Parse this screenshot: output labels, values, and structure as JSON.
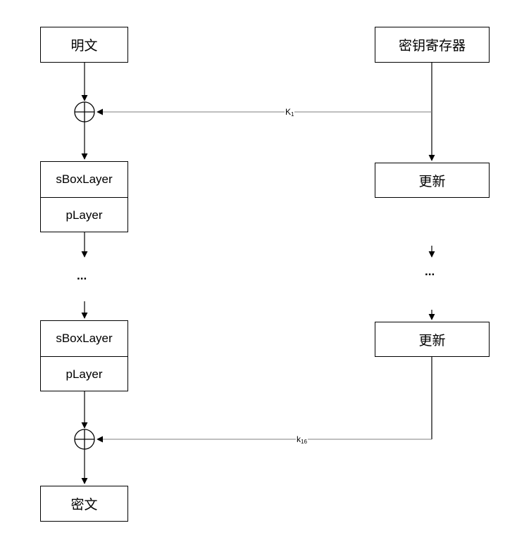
{
  "left_column": {
    "plaintext": "明文",
    "round1": {
      "sbox": "sBoxLayer",
      "player": "pLayer"
    },
    "ellipsis": "...",
    "round_last": {
      "sbox": "sBoxLayer",
      "player": "pLayer"
    },
    "ciphertext": "密文"
  },
  "right_column": {
    "key_register": "密钥寄存器",
    "update1": "更新",
    "ellipsis": "...",
    "update2": "更新"
  },
  "keys": {
    "k1": {
      "base": "K",
      "sub": "1"
    },
    "k16": {
      "base": "k",
      "sub": "16"
    }
  },
  "colors": {
    "line": "#000000",
    "key_wire": "#7f7f7f"
  },
  "icons": {
    "xor": "circle-plus-icon",
    "arrow": "triangle-arrow-icon"
  }
}
